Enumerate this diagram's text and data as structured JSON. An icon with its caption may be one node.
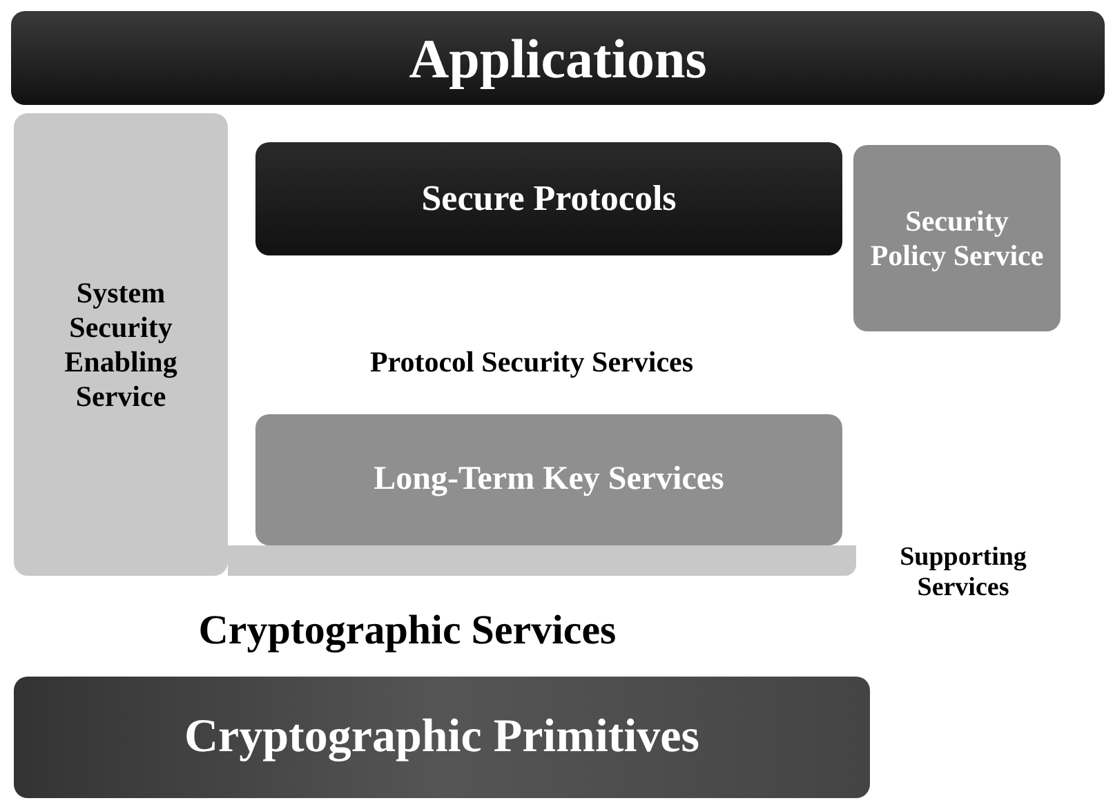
{
  "diagram": {
    "nodes": [
      {
        "text": [
          "Applications"
        ]
      },
      {
        "text": [
          "System Security Enabling Service"
        ]
      },
      {
        "text": [
          "Secure Protocols"
        ]
      },
      {
        "text": [
          "Security Policy Service"
        ]
      },
      {
        "text": [
          "Long-Term Key Services"
        ]
      },
      {
        "text": [
          "Cryptographic Primitives"
        ]
      }
    ],
    "edges": [],
    "labels": [
      "Protocol Security Services",
      "Supporting Services",
      "Cryptographic Services"
    ]
  }
}
